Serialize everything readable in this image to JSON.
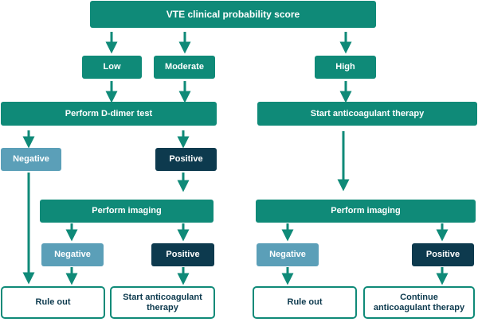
{
  "diagram": {
    "title": "VTE clinical probability score",
    "low": "Low",
    "moderate": "Moderate",
    "high": "High",
    "ddimer": "Perform D-dimer test",
    "start_anticoag_top": "Start anticoagulant therapy",
    "negative_left": "Negative",
    "positive_mid": "Positive",
    "imaging_left": "Perform imaging",
    "imaging_right": "Perform imaging",
    "img_negative_left": "Negative",
    "img_positive_left": "Positive",
    "img_negative_right": "Negative",
    "img_positive_right": "Positive",
    "rule_out_left": "Rule out",
    "start_anticoag_bottom_line1": "Start anticoagulant",
    "start_anticoag_bottom_line2": "therapy",
    "rule_out_right": "Rule out",
    "continue_line1": "Continue",
    "continue_line2": "anticoagulant therapy",
    "colors": {
      "teal": "#0f8a78",
      "light_blue": "#5b9fb8",
      "navy": "#0d3a4e",
      "text_dark": "#0d3a4e"
    }
  }
}
